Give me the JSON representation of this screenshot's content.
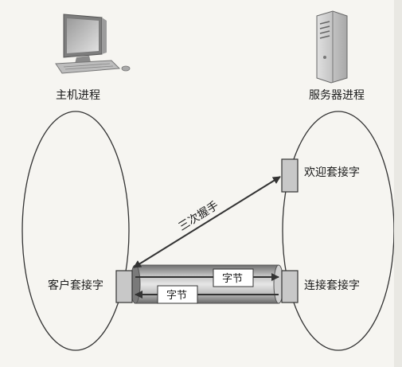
{
  "host": {
    "label": "主机进程"
  },
  "server": {
    "label": "服务器进程"
  },
  "client_socket": {
    "label": "客户套接字"
  },
  "welcome_socket": {
    "label": "欢迎套接字"
  },
  "connection_socket": {
    "label": "连接套接字"
  },
  "handshake": {
    "label": "三次握手"
  },
  "bytes_right": {
    "label": "字节"
  },
  "bytes_left": {
    "label": "字节"
  },
  "colors": {
    "socket_box": "#c8c8c8",
    "pipe": "#9a9a9a",
    "arrow": "#333333",
    "background": "#f6f5f1"
  }
}
